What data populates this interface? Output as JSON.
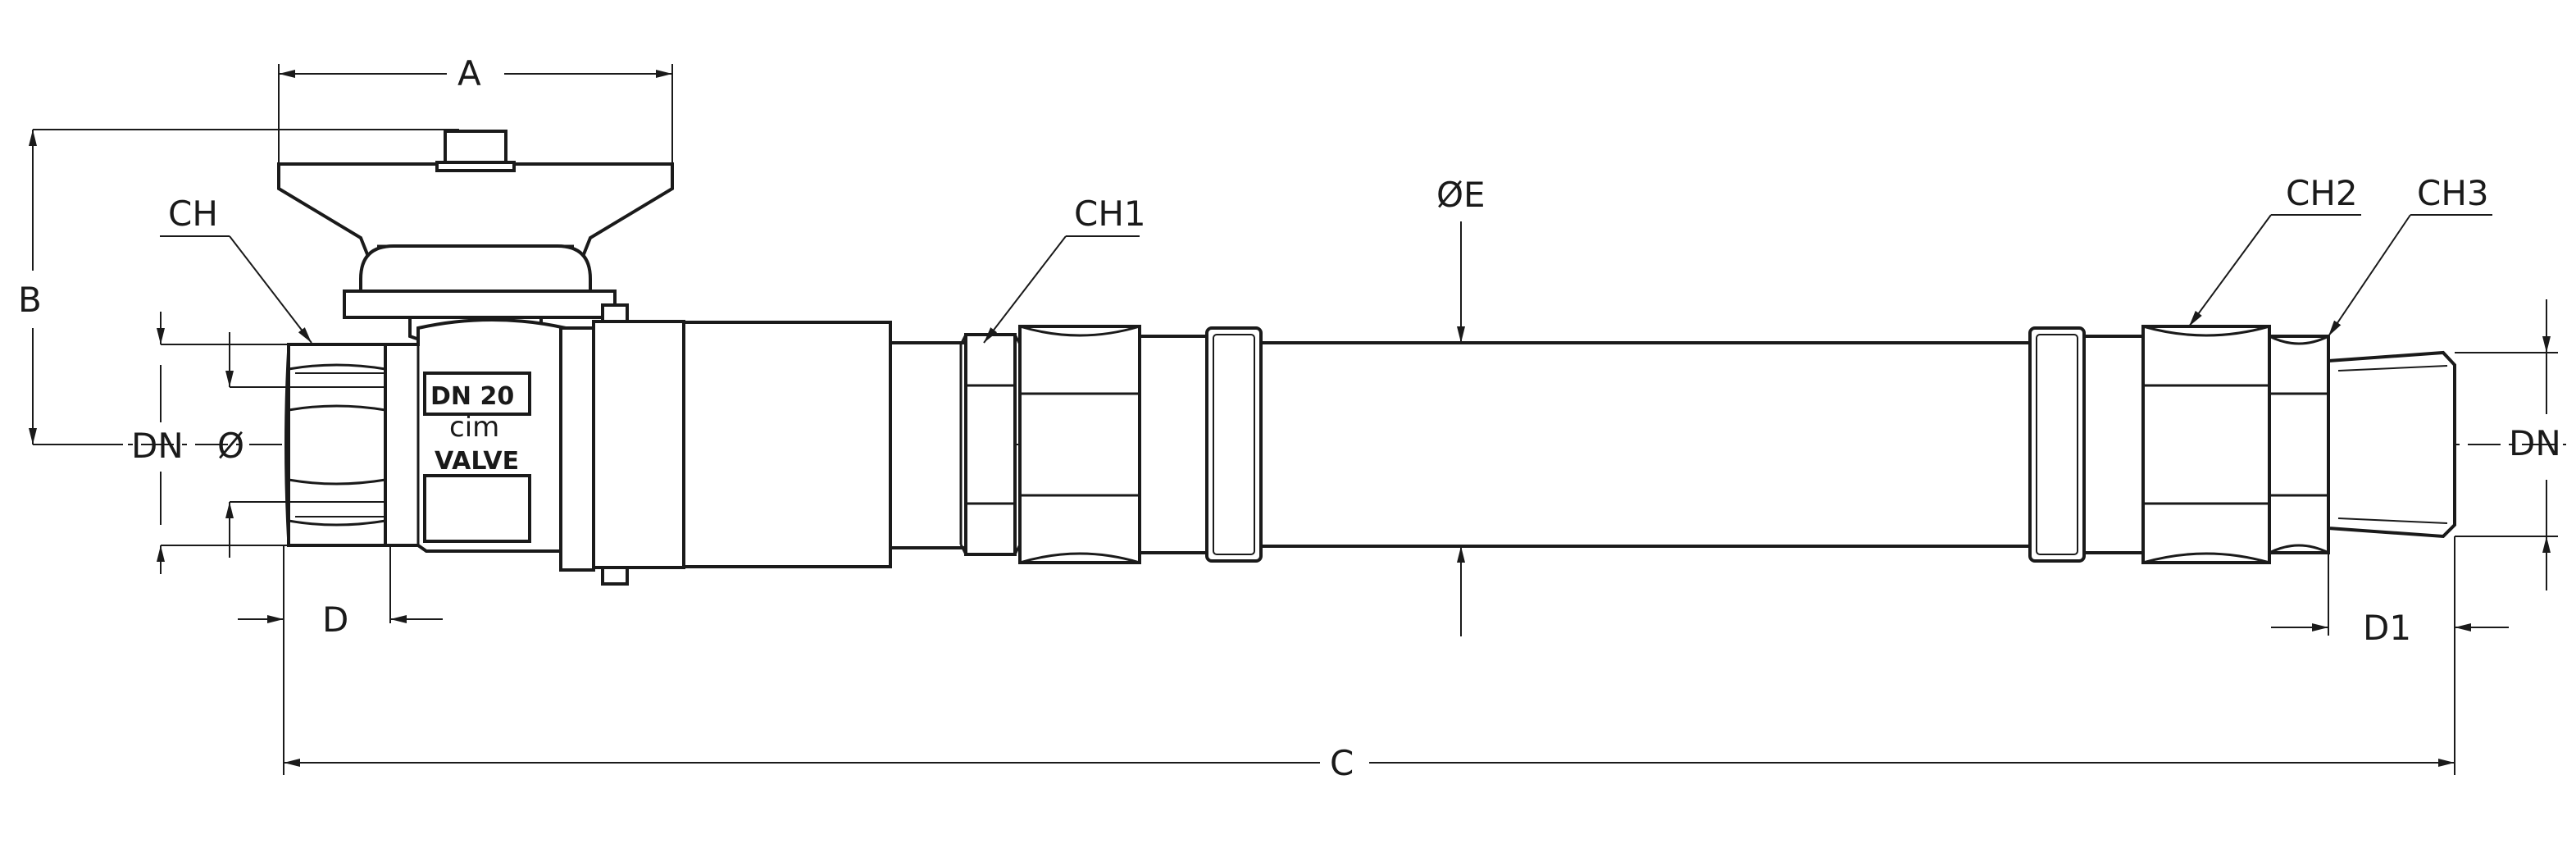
{
  "dimensions": {
    "A": "A",
    "B": "B",
    "C": "C",
    "D": "D",
    "D1": "D1",
    "E": "ØE",
    "CH": "CH",
    "CH1": "CH1",
    "CH2": "CH2",
    "CH3": "CH3",
    "DN_left": "DN",
    "diameter_left": "Ø",
    "DN_right": "DN"
  },
  "body_marking": {
    "line1": "DN  20",
    "line2": "cim",
    "line3": "VALVE"
  }
}
